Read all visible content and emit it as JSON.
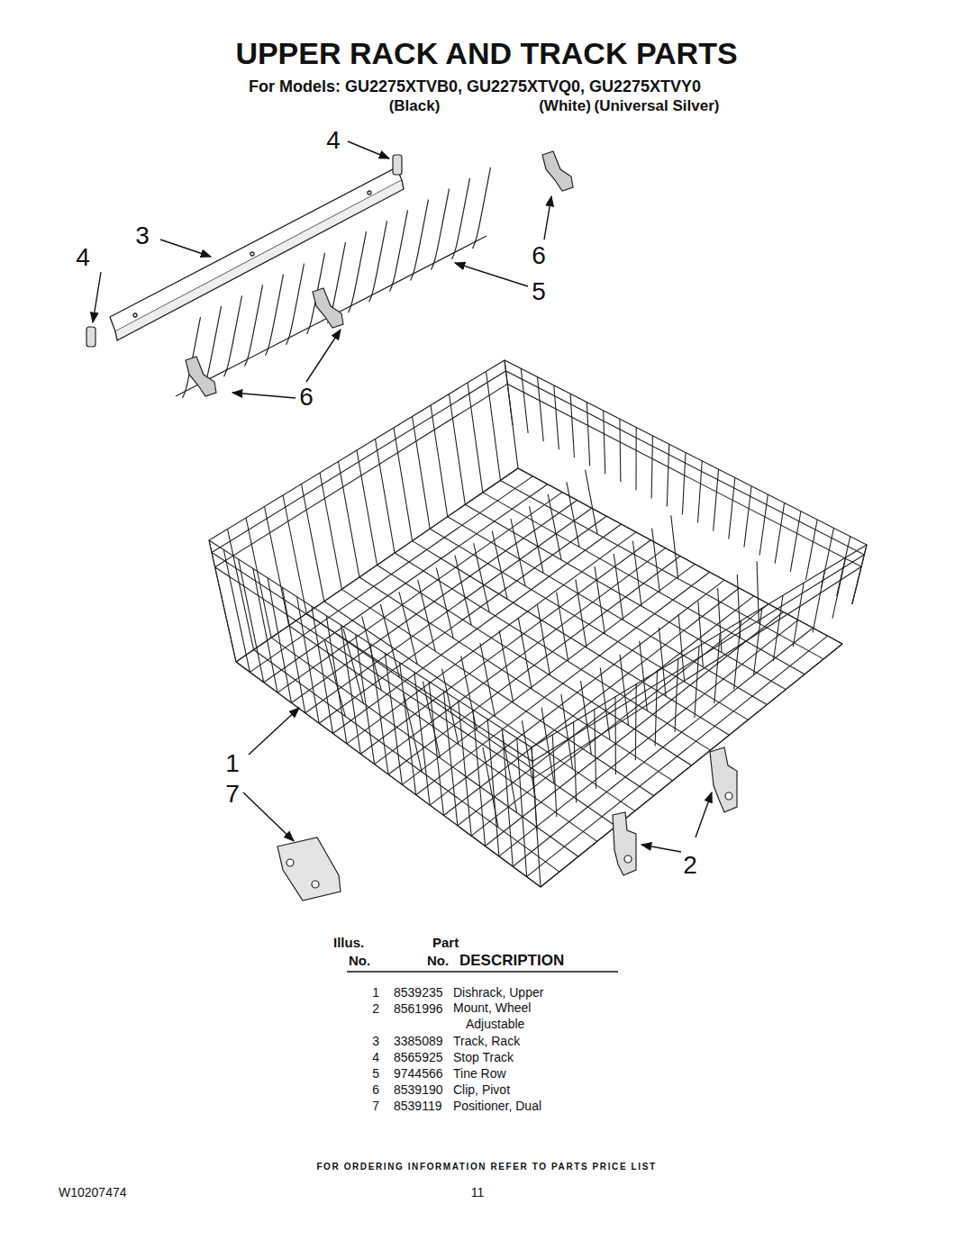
{
  "diagram": {
    "title": "UPPER RACK AND TRACK PARTS",
    "labels": [
      "For Models: GU2275XTVB0, GU2275XTVQ0, GU2275XTVY0",
      "(Black)",
      "(White)",
      "(Universal Silver)",
      "4",
      "3",
      "4",
      "6",
      "5",
      "6",
      "1",
      "7",
      "2",
      "Illus.",
      "Part",
      "No.",
      "No.",
      "DESCRIPTION",
      "1",
      "8539235",
      "Dishrack, Upper",
      "2",
      "8561996",
      "Mount, Wheel Adjustable",
      "3",
      "3385089",
      "Track, Rack",
      "4",
      "8565925",
      "Stop Track",
      "5",
      "9744566",
      "Tine Row",
      "6",
      "8539190",
      "Clip, Pivot",
      "7",
      "8539119",
      "Positioner, Dual",
      "FOR ORDERING INFORMATION REFER TO PARTS PRICE LIST",
      "W10207474",
      "11"
    ]
  }
}
